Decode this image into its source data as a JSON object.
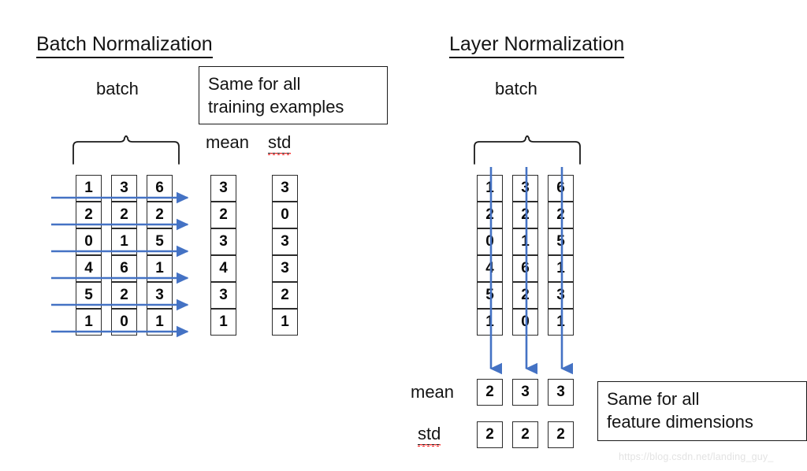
{
  "page": {
    "background_color": "#ffffff",
    "ink_color": "#141414",
    "accent_color": "#4472c4",
    "watermark": "https://blog.csdn.net/landing_guy_"
  },
  "sections": {
    "batch_norm": {
      "title": "Batch Normalization",
      "batch_label": "batch",
      "callout": "Same for all\ntraining examples",
      "mean_label": "mean",
      "std_label": "std",
      "matrix": {
        "rows": 6,
        "cols": 3,
        "values": [
          [
            1,
            3,
            6
          ],
          [
            2,
            2,
            2
          ],
          [
            0,
            1,
            5
          ],
          [
            4,
            6,
            1
          ],
          [
            5,
            2,
            3
          ],
          [
            1,
            0,
            1
          ]
        ]
      },
      "mean_column": [
        3,
        2,
        3,
        4,
        3,
        1
      ],
      "std_column": [
        3,
        0,
        3,
        3,
        2,
        1
      ],
      "arrow_direction": "horizontal-right",
      "arrow_count": 6
    },
    "layer_norm": {
      "title": "Layer Normalization",
      "batch_label": "batch",
      "callout": "Same for all\nfeature dimensions",
      "mean_label": "mean",
      "std_label": "std",
      "matrix": {
        "rows": 6,
        "cols": 3,
        "values": [
          [
            1,
            3,
            6
          ],
          [
            2,
            2,
            2
          ],
          [
            0,
            1,
            5
          ],
          [
            4,
            6,
            1
          ],
          [
            5,
            2,
            3
          ],
          [
            1,
            0,
            1
          ]
        ]
      },
      "mean_row": [
        2,
        3,
        3
      ],
      "std_row": [
        2,
        2,
        2
      ],
      "arrow_direction": "vertical-down",
      "arrow_count": 3
    }
  }
}
